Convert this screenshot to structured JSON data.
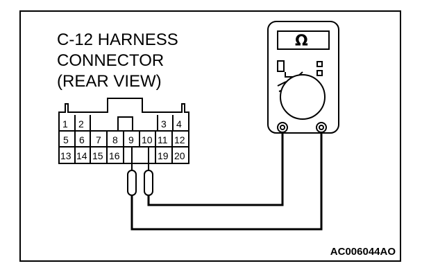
{
  "caption": {
    "line1": "C-12 HARNESS",
    "line2": "CONNECTOR",
    "line3": "(REAR VIEW)"
  },
  "figure_code": "AC006044AO",
  "meter": {
    "symbol": "Ω",
    "symbol_name": "ohm-icon"
  },
  "connector": {
    "row1": [
      "1",
      "2",
      "3",
      "4"
    ],
    "row2": [
      "5",
      "6",
      "7",
      "8",
      "9",
      "10",
      "11",
      "12"
    ],
    "row3": [
      "13",
      "14",
      "15",
      "16",
      "19",
      "20"
    ]
  },
  "colors": {
    "line": "#000000",
    "background": "#ffffff"
  }
}
